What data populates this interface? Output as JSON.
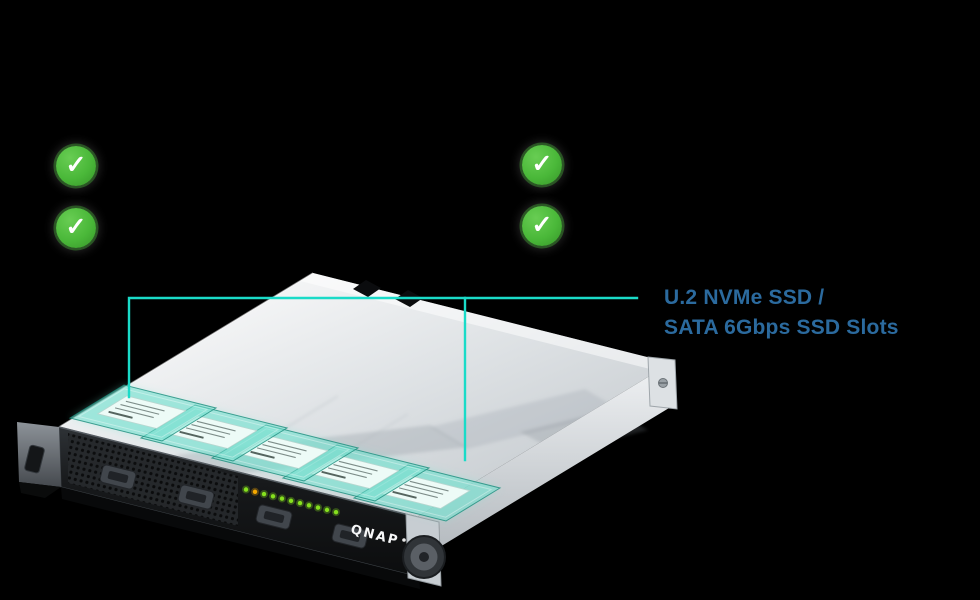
{
  "page": {
    "background": "#000000"
  },
  "colors": {
    "accent_teal": "#1adbc8",
    "check_green": "#4ab839",
    "caption_blue": "#2b6a9e"
  },
  "checks": {
    "glyph": "✓",
    "count": 4
  },
  "callout": {
    "lines": [
      "U.2 NVMe SSD /",
      "SATA 6Gbps SSD Slots"
    ]
  },
  "device": {
    "brand": "QNAP",
    "highlighted_bays": 5,
    "front_leds": [
      "#86e01e",
      "#f5a800",
      "#86e01e",
      "#86e01e",
      "#86e01e",
      "#86e01e",
      "#86e01e",
      "#86e01e",
      "#86e01e",
      "#86e01e",
      "#86e01e"
    ]
  }
}
